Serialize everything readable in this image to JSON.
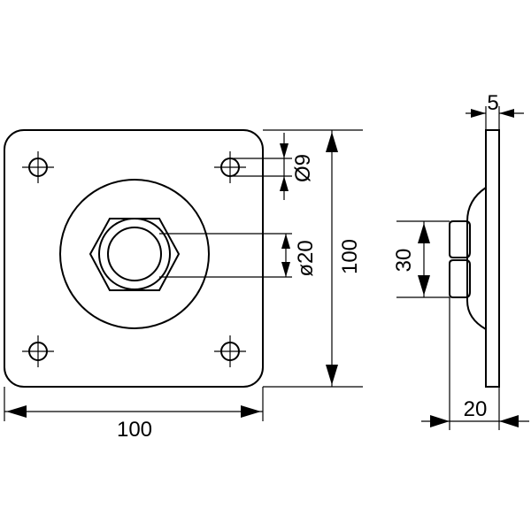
{
  "dimensions": {
    "plate_width": "100",
    "plate_height": "100",
    "hole_diameter": "Ø9",
    "bore_diameter": "ø20",
    "nut_height": "30",
    "plate_thickness": "5",
    "total_depth": "20"
  },
  "colors": {
    "line": "#000000",
    "background": "#ffffff"
  }
}
